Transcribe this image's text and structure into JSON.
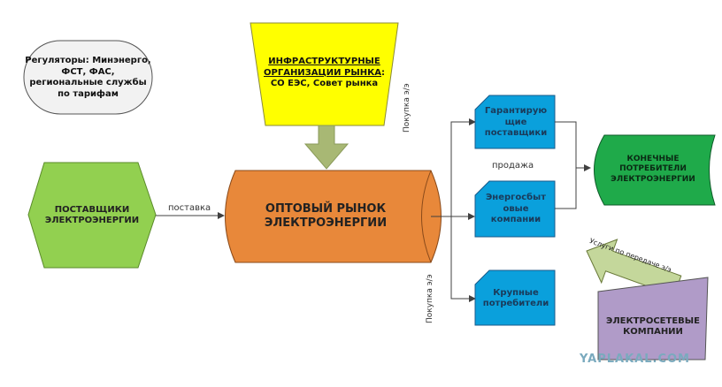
{
  "nodes": {
    "regulators": {
      "text": "Регуляторы: Минэнерго, ФСТ, ФАС, региональные службы по тарифам",
      "fill": "#f2f2f2"
    },
    "infrastructure": {
      "title_line1": "ИНФРАСТРУКТУРНЫЕ",
      "title_line2": "ОРГАНИЗАЦИИ РЫНКА",
      "colon": ":",
      "subtitle": "СО ЕЭС, Совет рынка",
      "fill": "#ffff00"
    },
    "suppliers": {
      "line1": "ПОСТАВЩИКИ",
      "line2": "ЭЛЕКТРОЭНЕРГИИ",
      "fill": "#92d050"
    },
    "wholesale": {
      "line1": "ОПТОВЫЙ РЫНОК",
      "line2": "ЭЛЕКТРОЭНЕРГИИ",
      "fill": "#e8883a"
    },
    "guarantee": {
      "line1": "Гарантирую",
      "line2": "щие",
      "line3": "поставщики",
      "fill": "#0aa0dc"
    },
    "sales": {
      "line1": "Энергосбыт",
      "line2": "овые",
      "line3": "компании",
      "fill": "#0aa0dc"
    },
    "large": {
      "line1": "Крупные",
      "line2": "потребители",
      "fill": "#0aa0dc"
    },
    "end_consumers": {
      "line1": "КОНЕЧНЫЕ",
      "line2": "ПОТРЕБИТЕЛИ",
      "line3": "ЭЛЕКТРОЭНЕРГИИ",
      "fill": "#1faa4a"
    },
    "grid": {
      "line1": "ЭЛЕКТРОСЕТЕВЫЕ",
      "line2": "КОМПАНИИ",
      "fill": "#b09bc8"
    }
  },
  "edges": {
    "supply": "поставка",
    "purchase_top": "Покупка э/э",
    "purchase_bottom": "Покупка э/э",
    "sale": "продажа",
    "transmission": "Услуги по передаче э/э"
  },
  "watermark": "YAPLAKAL.COM"
}
